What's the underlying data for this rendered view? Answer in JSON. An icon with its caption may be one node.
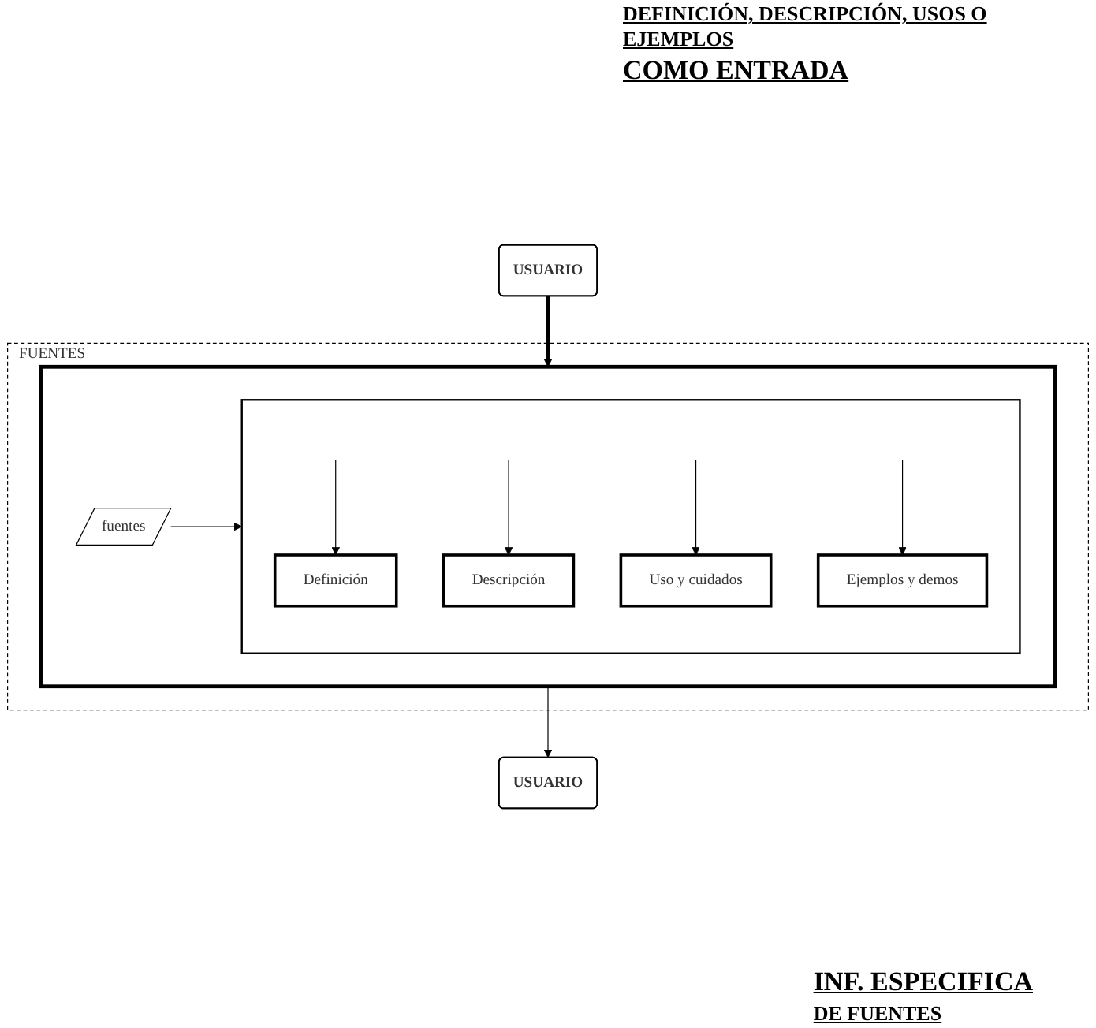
{
  "diagram": {
    "nodes": [
      {
        "text": [
          "USUARIO"
        ]
      },
      {
        "text": [
          "FUENTES"
        ]
      },
      {
        "text": [],
        "shape": "box",
        "in": 1
      },
      {
        "text": [
          "fuentes"
        ],
        "in": 2
      },
      {
        "text": [],
        "shape": "box",
        "in": 2
      },
      {
        "text": [
          "Definición"
        ],
        "in": 4
      },
      {
        "text": [
          "Descripción"
        ],
        "in": 4
      },
      {
        "text": [
          "Uso y cuidados"
        ],
        "in": 4
      },
      {
        "text": [
          "Ejemplos y demos"
        ],
        "in": 4
      },
      {
        "text": [
          "USUARIO"
        ]
      }
    ],
    "edges": [
      {
        "from": 0,
        "to": 2,
        "arrow": "to",
        "style": "thick"
      },
      {
        "from": 3,
        "to": 4,
        "arrow": "to"
      },
      {
        "from": null,
        "to": 5,
        "arrow": "to"
      },
      {
        "from": null,
        "to": 6,
        "arrow": "to"
      },
      {
        "from": null,
        "to": 7,
        "arrow": "to"
      },
      {
        "from": null,
        "to": 8,
        "arrow": "to"
      },
      {
        "from": 2,
        "to": 9,
        "arrow": "to"
      }
    ],
    "labels": [
      "DEFINICIÓN, DESCRIPCIÓN, USOS O EJEMPLOS",
      "COMO ENTRADA",
      "INF. ESPECIFICA",
      "DE FUENTES"
    ]
  }
}
